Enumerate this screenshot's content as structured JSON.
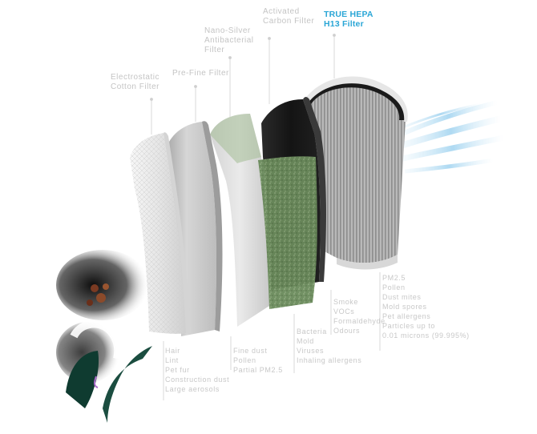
{
  "labels": {
    "electrostatic": [
      "Electrostatic",
      "Cotton Filter"
    ],
    "pre_filter": [
      "Pre-Fine Filter"
    ],
    "nano_silver": [
      "Nano-Silver",
      "Antibacterial",
      "Filter"
    ],
    "activated_carbon": [
      "Activated",
      "Carbon Filter"
    ],
    "true_hepa": [
      "TRUE HEPA",
      "H13 Filter"
    ]
  },
  "captures": {
    "group1": [
      "Hair",
      "Lint",
      "Pet fur",
      "Construction dust",
      "Large aerosols"
    ],
    "group2": [
      "Fine dust",
      "Pollen",
      "Partial PM2.5"
    ],
    "group3": [
      "Bacteria",
      "Mold",
      "Viruses",
      "Inhaling allergens"
    ],
    "group4": [
      "Smoke",
      "VOCs",
      "Formaldehyde",
      "Odours"
    ],
    "group5": [
      "PM2.5",
      "Pollen",
      "Dust mites",
      "Mold spores",
      "Pet allergens",
      "Particles up to",
      "0.01 microns (99.995%)"
    ]
  },
  "colors": {
    "label_gray": "#c4c4c4",
    "hepa_blue": "#2aa6d6",
    "carbon": "#1c1c1c",
    "antibacterial_green": "#6f8f5e",
    "airflow": "#a9d8f0"
  }
}
